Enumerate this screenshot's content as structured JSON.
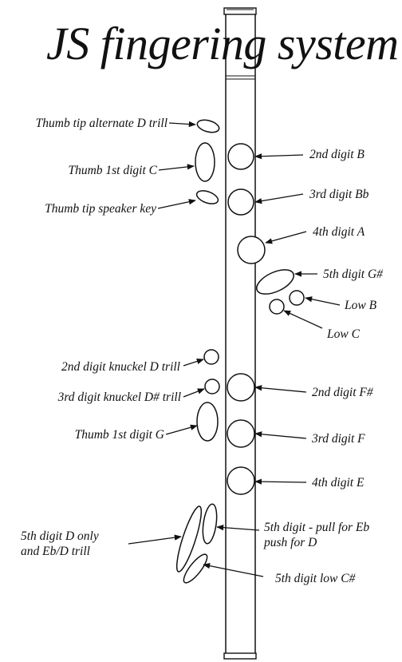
{
  "title": "JS fingering system",
  "labels": {
    "thumb_tip_alt_d_trill": "Thumb tip alternate D trill",
    "thumb_first_digit_c": "Thumb 1st digit C",
    "thumb_tip_speaker_key": "Thumb tip speaker key",
    "second_digit_b": "2nd digit B",
    "third_digit_bb": "3rd digit Bb",
    "fourth_digit_a": "4th digit A",
    "fifth_digit_gsharp": "5th digit G#",
    "low_b": "Low B",
    "low_c": "Low C",
    "second_digit_knuckle_d_trill": "2nd digit knuckel D trill",
    "third_digit_knuckle_dsharp_trill": "3rd digit knuckel D# trill",
    "thumb_first_digit_g": "Thumb 1st digit G",
    "second_digit_fsharp": "2nd digit F#",
    "third_digit_f": "3rd digit F",
    "fourth_digit_e": "4th digit E",
    "fifth_digit_d_only_line1": "5th digit D only",
    "fifth_digit_d_only_line2": "and Eb/D trill",
    "fifth_digit_pull_line1": "5th digit - pull for Eb",
    "fifth_digit_pull_line2": "push for D",
    "fifth_digit_low_csharp": "5th digit low C#"
  },
  "colors": {
    "ink": "#111111",
    "background": "#ffffff"
  }
}
